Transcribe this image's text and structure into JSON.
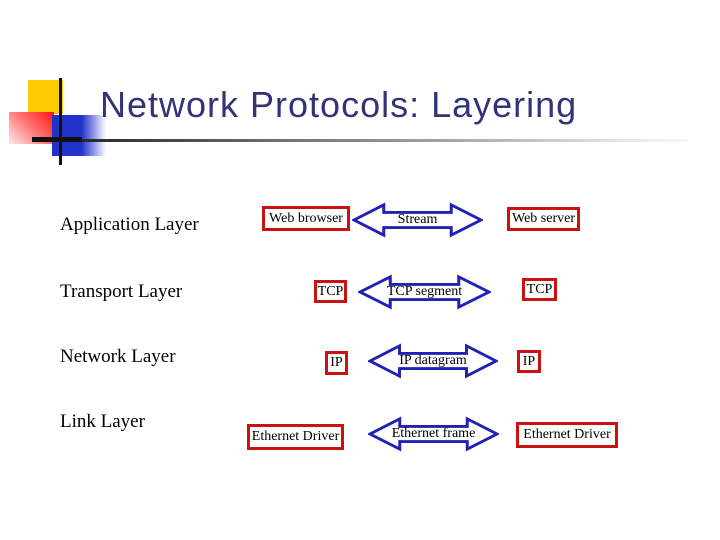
{
  "slide": {
    "title": "Network Protocols: Layering"
  },
  "colors": {
    "title_text": "#333377",
    "box_border": "#cc1111",
    "arrow_stroke": "#2222b2",
    "logo_yellow": "#ffcc00",
    "logo_blue": "#2233cc"
  },
  "diagram": {
    "layers": [
      {
        "label": "Application Layer",
        "left_box": "Web browser",
        "arrow_label": "Stream",
        "right_box": "Web server"
      },
      {
        "label": "Transport Layer",
        "left_box": "TCP",
        "arrow_label": "TCP segment",
        "right_box": "TCP"
      },
      {
        "label": "Network Layer",
        "left_box": "IP",
        "arrow_label": "IP datagram",
        "right_box": "IP"
      },
      {
        "label": "Link Layer",
        "left_box": "Ethernet Driver",
        "arrow_label": "Ethernet frame",
        "right_box": "Ethernet Driver"
      }
    ]
  }
}
